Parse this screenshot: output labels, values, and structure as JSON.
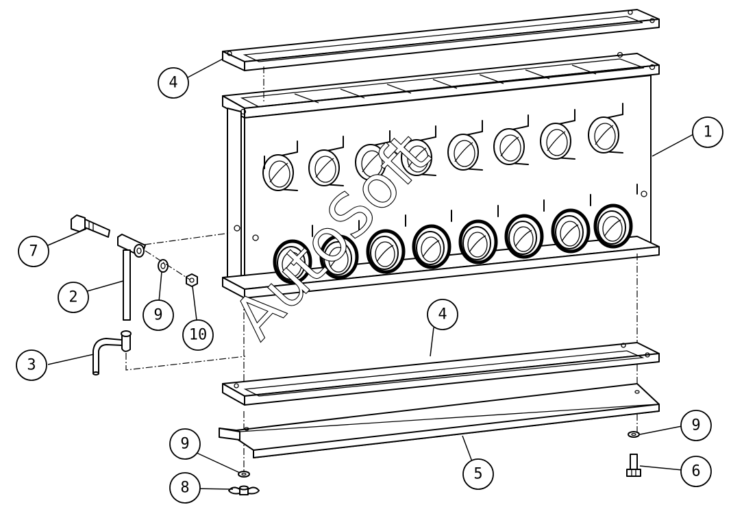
{
  "watermark": "AutoSoft",
  "callouts": [
    {
      "label": "1"
    },
    {
      "label": "4"
    },
    {
      "label": "4"
    },
    {
      "label": "7"
    },
    {
      "label": "2"
    },
    {
      "label": "9"
    },
    {
      "label": "10"
    },
    {
      "label": "3"
    },
    {
      "label": "9"
    },
    {
      "label": "8"
    },
    {
      "label": "5"
    },
    {
      "label": "9"
    },
    {
      "label": "6"
    }
  ]
}
